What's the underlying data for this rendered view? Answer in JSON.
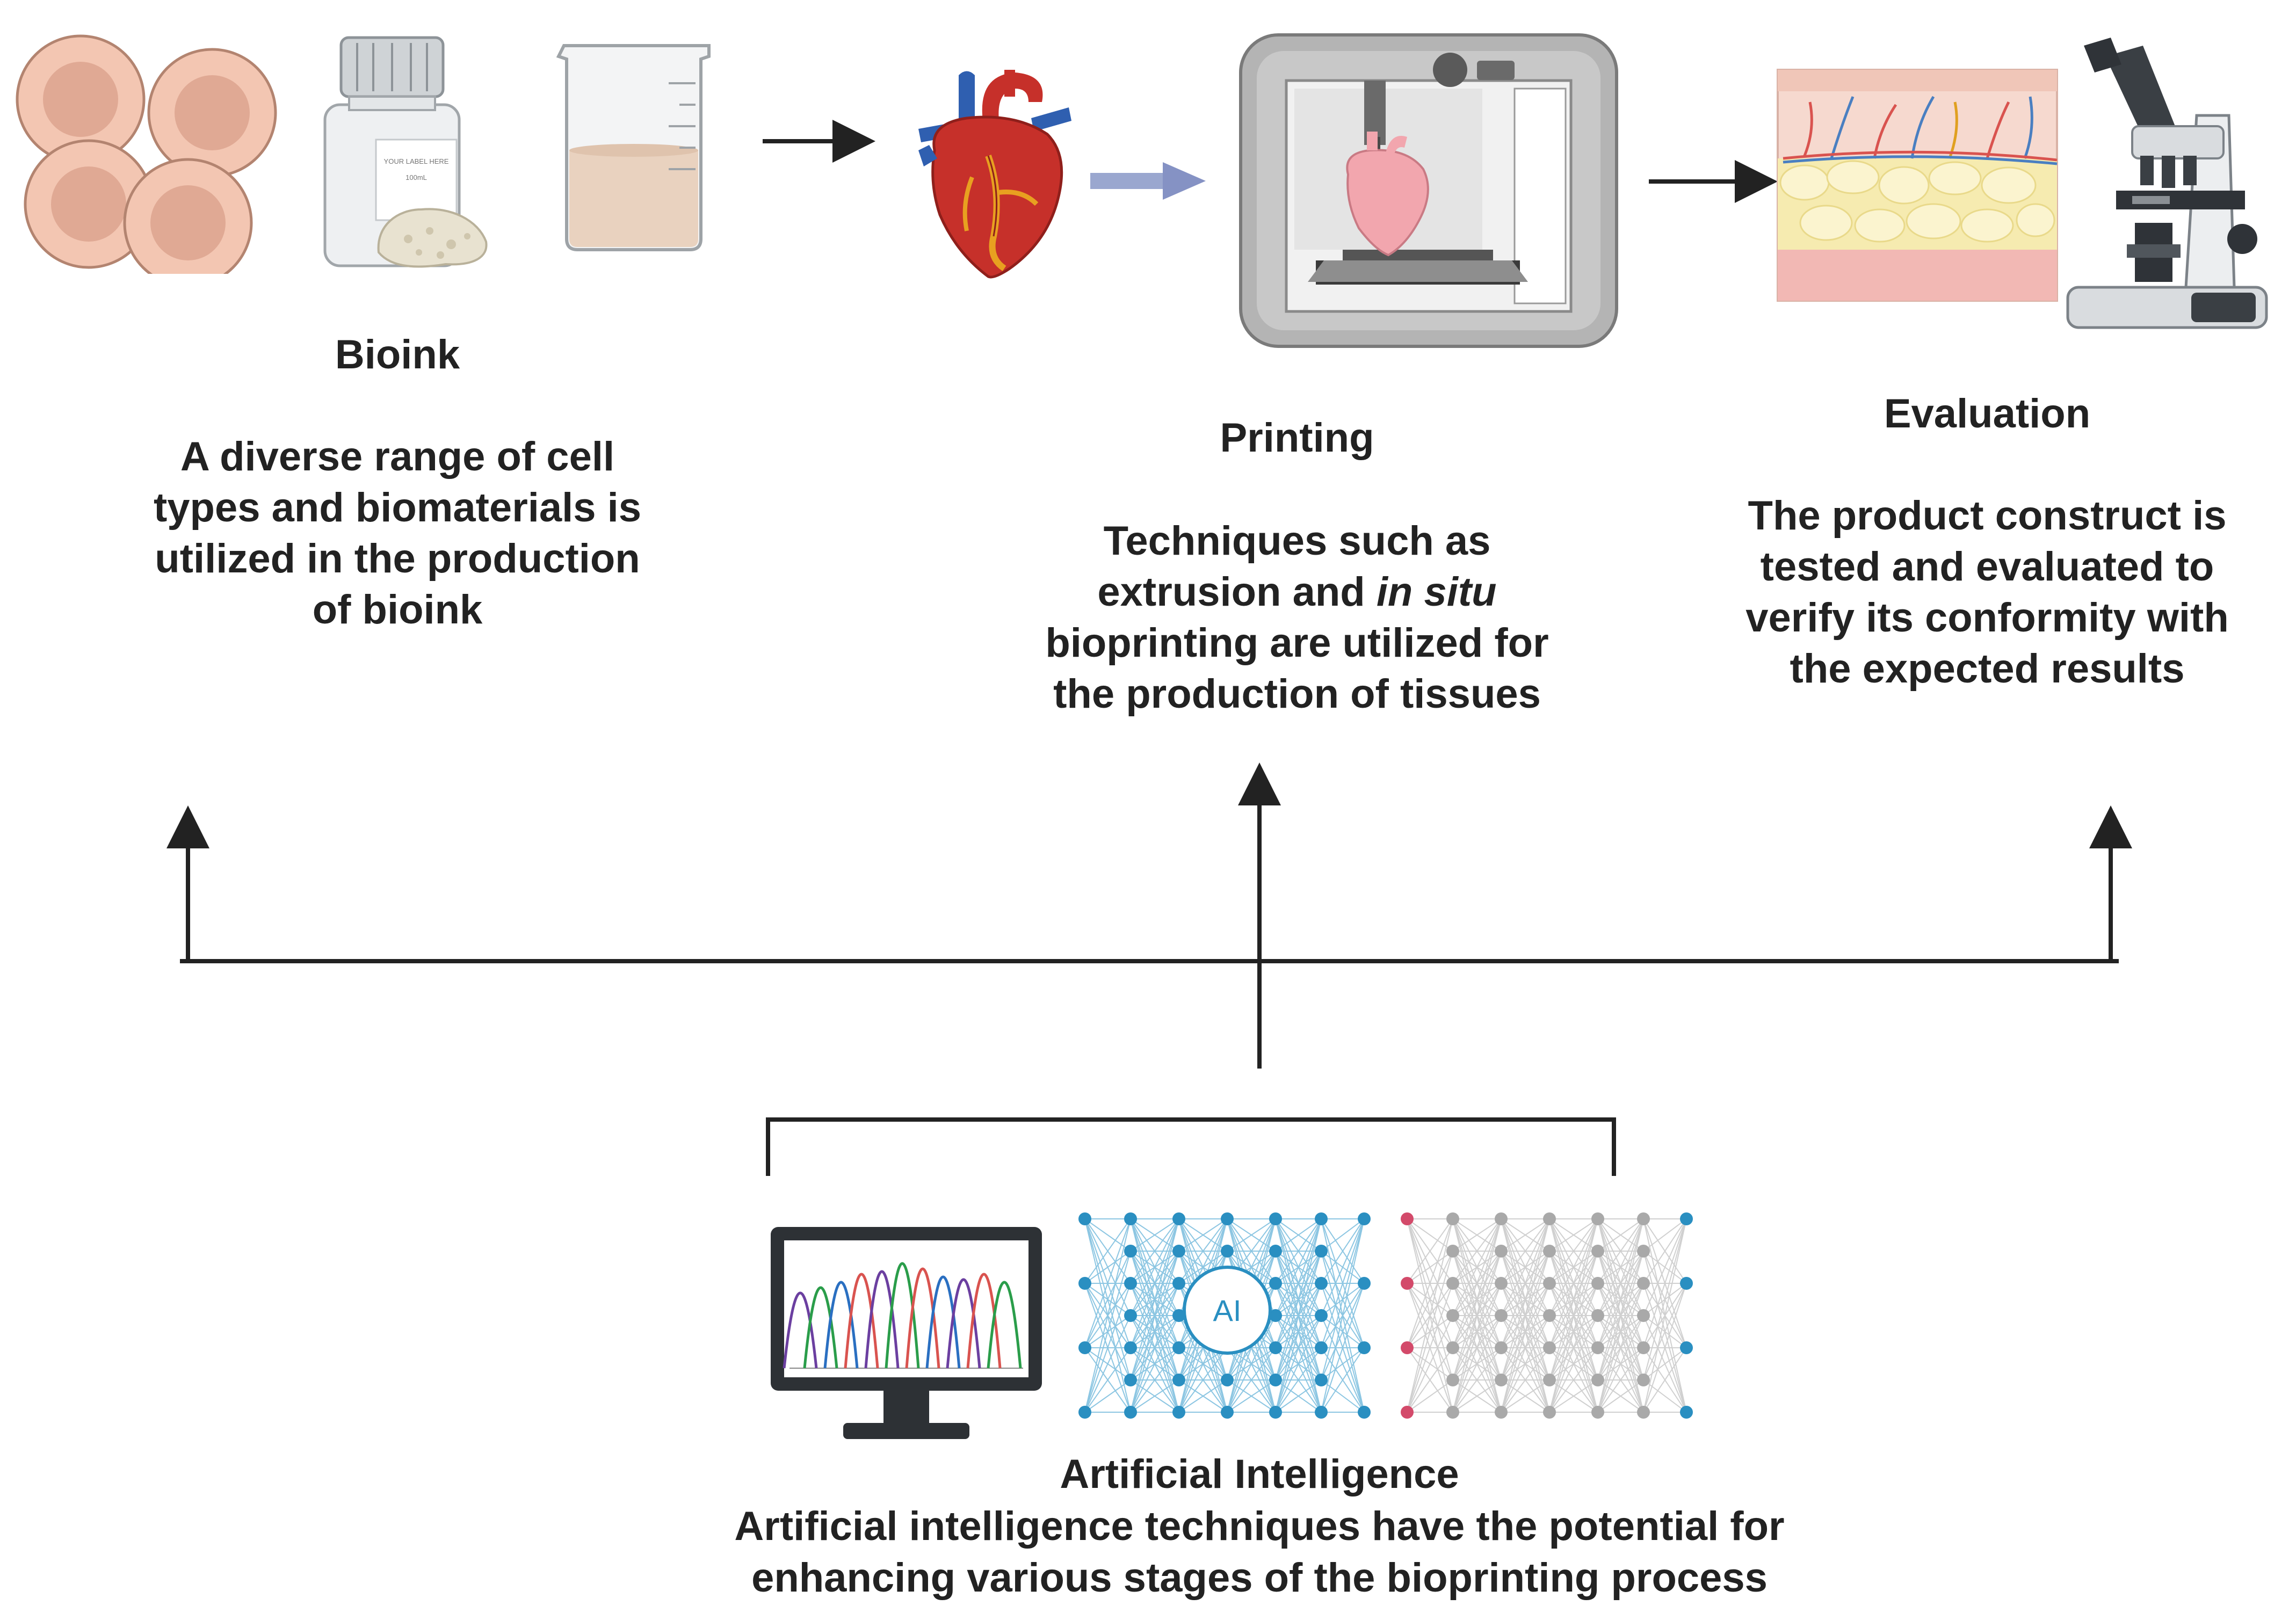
{
  "bioink": {
    "title": "Bioink",
    "description": "A diverse range of cell types and biomaterials is utilized in the production of bioink",
    "bottle_label": [
      "YOUR LABEL HERE",
      "100mL"
    ]
  },
  "printing": {
    "title": "Printing",
    "description_before": "Techniques such as extrusion and ",
    "description_italic": "in situ",
    "description_after": " bioprinting are utilized for the production of tissues"
  },
  "evaluation": {
    "title": "Evaluation",
    "description": "The product construct is tested and evaluated to verify its conformity with the expected results"
  },
  "ai": {
    "title": "Artificial Intelligence",
    "description": "Artificial intelligence techniques have the potential for enhancing various stages of the bioprinting process",
    "node_label": "AI"
  },
  "colors": {
    "line": "#222222",
    "cell": "#f3c6b2",
    "cell_nucleus": "#e0a994",
    "heart_red": "#c6302a",
    "heart_blue": "#2f5fb0",
    "printer_gray": "#9a9a9a",
    "network_blue": "#2a8fc1",
    "network_gray": "#a9a9a9",
    "network_pink": "#d34a6a"
  }
}
